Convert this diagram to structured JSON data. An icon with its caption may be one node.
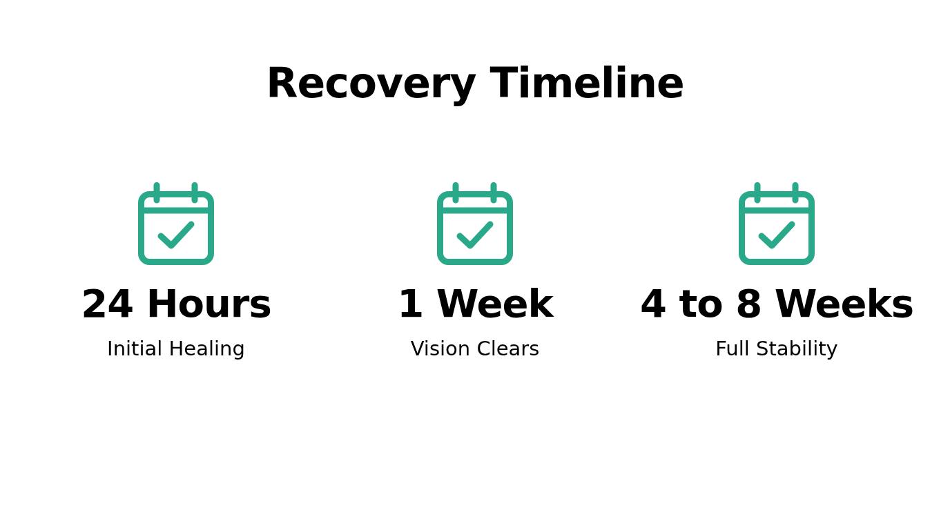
{
  "diagram": {
    "title": "Recovery Timeline",
    "labels": [
      "24 Hours",
      "Initial Healing",
      "1 Week",
      "Vision Clears",
      "4 to 8 Weeks",
      "Full Stability"
    ]
  }
}
